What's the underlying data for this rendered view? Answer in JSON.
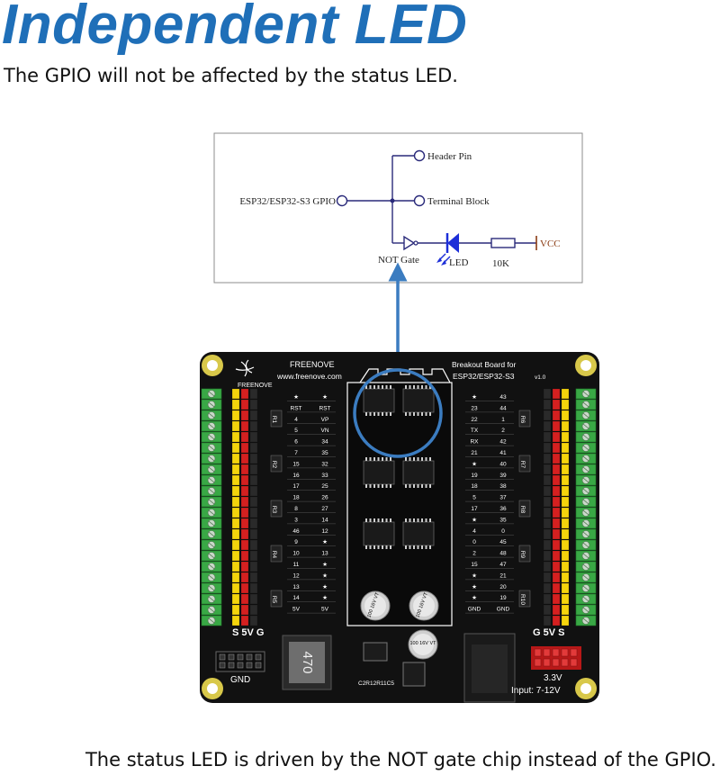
{
  "header": {
    "title": "Independent LED",
    "subtitle": "The GPIO will not be affected by the status LED."
  },
  "footer": {
    "caption": "The status LED is driven by the NOT gate chip instead of the GPIO."
  },
  "colors": {
    "title_blue": "#1f6fb8",
    "arrow_blue": "#3b7cc0",
    "led_blue": "#1d2fd8",
    "vcc_brown": "#8a3b12",
    "board_black": "#111111",
    "terminal_green": "#39a845",
    "header_yellow": "#f4d40c",
    "header_red": "#d42020",
    "mount_hole_yellow": "#d8c84a"
  },
  "schematic": {
    "gpio_label": "ESP32/ESP32-S3 GPIO",
    "header_pin_label": "Header Pin",
    "terminal_block_label": "Terminal Block",
    "not_gate_label": "NOT Gate",
    "led_label": "LED",
    "resistor_label": "10K",
    "vcc_label": "VCC"
  },
  "board": {
    "brand": "FREENOVE",
    "website": "www.freenove.com",
    "board_title_line1": "Breakout Board for",
    "board_title_line2": "ESP32/ESP32-S3",
    "version": "v1.0",
    "left_header_label": "S 5V G",
    "right_header_label": "G 5V S",
    "gnd_label": "GND",
    "voltage_label": "3.3V",
    "input_label": "Input: 7-12V",
    "inductor_label": "470",
    "cap_small_label": "C2R12R11C5",
    "cap_labels": [
      "100 16V VT",
      "100 16V VT",
      "100 16V VT"
    ],
    "resistor_labels_left": [
      "R1",
      "R2",
      "R3",
      "R4",
      "R5"
    ],
    "resistor_labels_right": [
      "R6",
      "R7",
      "R8",
      "R9",
      "R10"
    ],
    "left_pins": [
      [
        "★",
        "★"
      ],
      [
        "RST",
        "RST"
      ],
      [
        "4",
        "VP"
      ],
      [
        "5",
        "VN"
      ],
      [
        "6",
        "34"
      ],
      [
        "7",
        "35"
      ],
      [
        "15",
        "32"
      ],
      [
        "16",
        "33"
      ],
      [
        "17",
        "25"
      ],
      [
        "18",
        "26"
      ],
      [
        "8",
        "27"
      ],
      [
        "3",
        "14"
      ],
      [
        "46",
        "12"
      ],
      [
        "9",
        "★"
      ],
      [
        "10",
        "13"
      ],
      [
        "11",
        "★"
      ],
      [
        "12",
        "★"
      ],
      [
        "13",
        "★"
      ],
      [
        "14",
        "★"
      ],
      [
        "5V",
        "5V"
      ]
    ],
    "right_pins": [
      [
        "★",
        "43"
      ],
      [
        "23",
        "44"
      ],
      [
        "22",
        "1"
      ],
      [
        "TX",
        "2"
      ],
      [
        "RX",
        "42"
      ],
      [
        "21",
        "41"
      ],
      [
        "★",
        "40"
      ],
      [
        "19",
        "39"
      ],
      [
        "18",
        "38"
      ],
      [
        "5",
        "37"
      ],
      [
        "17",
        "36"
      ],
      [
        "★",
        "35"
      ],
      [
        "4",
        "0"
      ],
      [
        "0",
        "45"
      ],
      [
        "2",
        "48"
      ],
      [
        "15",
        "47"
      ],
      [
        "★",
        "21"
      ],
      [
        "★",
        "20"
      ],
      [
        "★",
        "19"
      ],
      [
        "GND",
        "GND"
      ]
    ]
  }
}
